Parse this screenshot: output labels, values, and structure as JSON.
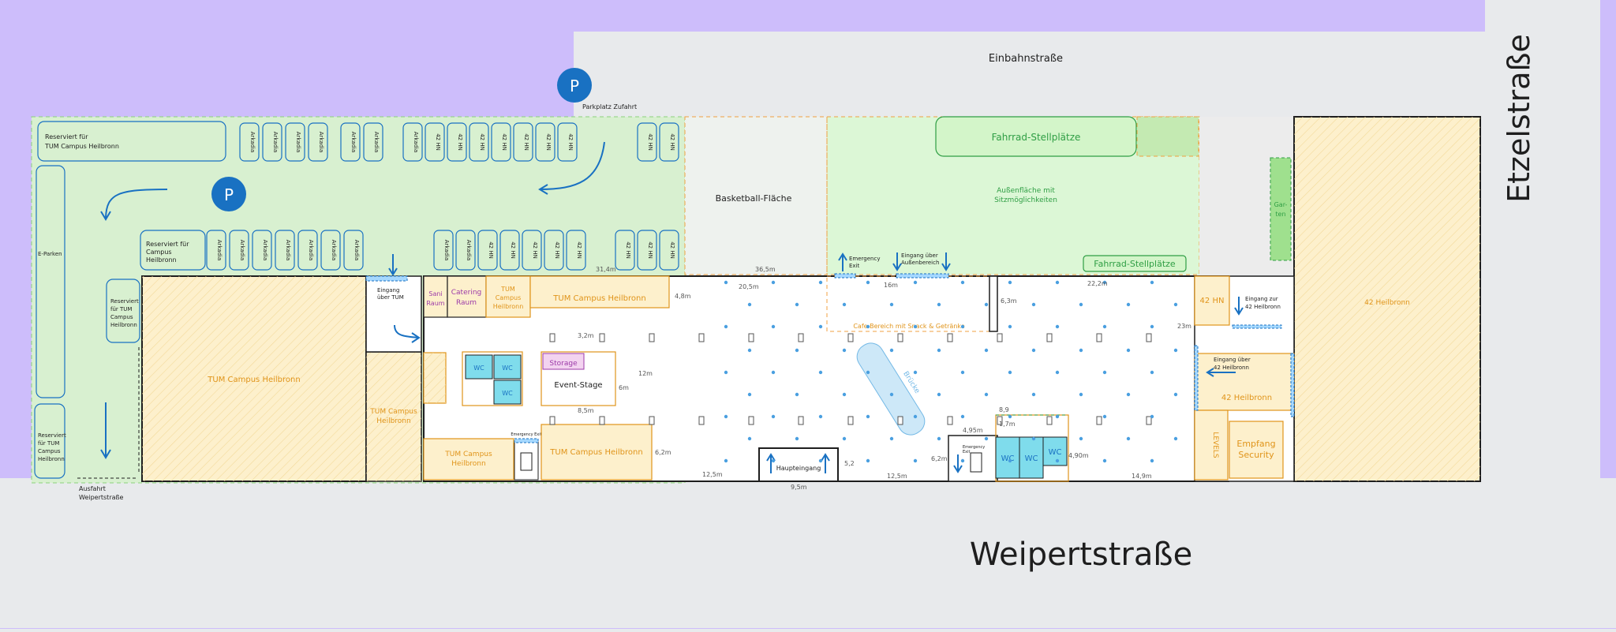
{
  "streets": {
    "top": "Einbahnstraße",
    "right": "Etzelstraße",
    "bottom": "Weipertstraße"
  },
  "parking": {
    "marker": "P",
    "access_label": "Parkplatz Zufahrt",
    "exit_label_line1": "Ausfahrt",
    "exit_label_line2": "Weipertstraße",
    "reserved_label_line1": "Reserviert für",
    "reserved_label_line2": "TUM Campus Heilbronn",
    "reserved_small": [
      "Reserviert",
      "für TUM",
      "Campus",
      "Heilbronn"
    ],
    "e_parking": "E-Parken",
    "slot_arkadia": "Arkadia",
    "slot_42hn": "42 HN"
  },
  "outdoor": {
    "basketball": "Basketball-Fläche",
    "bike_parking_top": "Fahrrad-Stellplätze",
    "bike_parking_bottom": "Fahrrad-Stellplätze",
    "seating_line1": "Außenfläche mit",
    "seating_line2": "Sitzmöglichkeiten",
    "garden_line1": "Gar-",
    "garden_line2": "ten"
  },
  "rooms": {
    "tum_main": "TUM Campus Heilbronn",
    "tum_lower_line1": "TUM Campus",
    "tum_lower_line2": "Heilbronn",
    "tum_top_line1": "TUM",
    "tum_top_line2": "Campus",
    "tum_top_line3": "Heilbronn",
    "tum_top_right": "TUM Campus Heilbronn",
    "tum_bottom_left_line1": "TUM Campus",
    "tum_bottom_left_line2": "Heilbronn",
    "tum_bottom_mid": "TUM Campus Heilbronn",
    "sani_line1": "Sani",
    "sani_line2": "Raum",
    "catering_line1": "Catering",
    "catering_line2": "Raum",
    "storage": "Storage",
    "stage": "Event-Stage",
    "wc": "WC",
    "cafe": "Cafe Bereich mit Snack & Getränke",
    "bridge": "Brücke",
    "room_42_small": "42 HN",
    "room_42_mid": "42 Heilbronn",
    "room_42_big": "42 Heilbronn",
    "levels": "LEVELS",
    "reception_line1": "Empfang",
    "reception_line2": "Security"
  },
  "entrances": {
    "tum_line1": "Eingang",
    "tum_line2": "über TUM",
    "outside_line1": "Eingang über",
    "outside_line2": "Außenbereich",
    "emergency_line1": "Emergency",
    "emergency_line2": "Exit",
    "emergency_small": "Emergency Exit",
    "main": "Haupteingang",
    "via42_line1": "Eingang zur",
    "via42_line2": "42 Heilbronn",
    "via42b_line1": "Eingang über",
    "via42b_line2": "42 Heilbronn"
  },
  "dimensions": {
    "d1": "31,4m",
    "d2": "36,5m",
    "d3": "20,5m",
    "d4": "16m",
    "d5": "22,2m",
    "d6": "4,8m",
    "d7": "6,3m",
    "d8": "23m",
    "d9": "3,2m",
    "d10": "12m",
    "d11": "6m",
    "d12": "8,5m",
    "d13": "6,2m",
    "d14": "12,5m",
    "d15": "9,5m",
    "d16": "5,2",
    "d17": "12,5m",
    "d18": "6,2m",
    "d19": "4,95m",
    "d20": "1,7m",
    "d21": "8,9",
    "d22": "4,90m",
    "d23": "14,9m"
  },
  "colors": {
    "sky": "#cdbdfb",
    "street": "#e8eaec",
    "lot_green": "#d8f0d0",
    "outdoor_green": "#dcf7d6",
    "tum_fill": "#fdf0cc",
    "tum_stroke": "#e0941a",
    "blue": "#1d6fc4",
    "cyan": "#7fdcec",
    "purple": "#9c3aa8",
    "dark": "#1e1e1e",
    "green_text": "#2f9e44"
  }
}
